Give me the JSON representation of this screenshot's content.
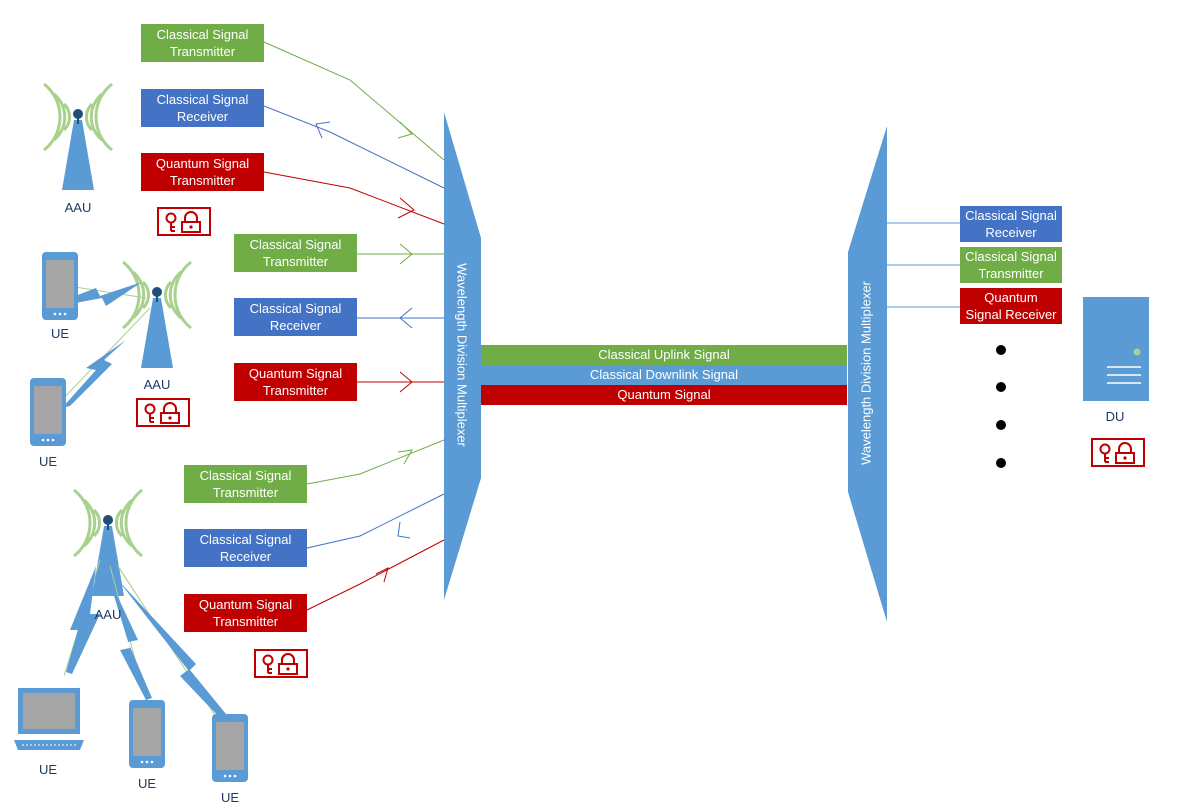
{
  "colors": {
    "classical_transmitter": "#70ad47",
    "classical_receiver": "#4472c4",
    "quantum": "#c00000",
    "mux": "#5b9bd5",
    "device": "#5b9bd5",
    "screen": "#a5a5a5",
    "signal_arc": "#a9d18e"
  },
  "groups": [
    {
      "aau_label": "AAU",
      "boxes": [
        {
          "kind": "classical-transmitter",
          "text": "Classical Signal\nTransmitter"
        },
        {
          "kind": "classical-receiver",
          "text": "Classical Signal\nReceiver"
        },
        {
          "kind": "quantum-transmitter",
          "text": "Quantum Signal\nTransmitter"
        }
      ]
    },
    {
      "aau_label": "AAU",
      "ue_labels": [
        "UE",
        "UE"
      ],
      "boxes": [
        {
          "kind": "classical-transmitter",
          "text": "Classical Signal\nTransmitter"
        },
        {
          "kind": "classical-receiver",
          "text": "Classical Signal\nReceiver"
        },
        {
          "kind": "quantum-transmitter",
          "text": "Quantum Signal\nTransmitter"
        }
      ]
    },
    {
      "aau_label": "AAU",
      "ue_labels": [
        "UE",
        "UE",
        "UE"
      ],
      "boxes": [
        {
          "kind": "classical-transmitter",
          "text": "Classical Signal\nTransmitter"
        },
        {
          "kind": "classical-receiver",
          "text": "Classical Signal\nReceiver"
        },
        {
          "kind": "quantum-transmitter",
          "text": "Quantum Signal\nTransmitter"
        }
      ]
    }
  ],
  "mux_left_label": "Wavelength Division Multiplexer",
  "mux_right_label": "Wavelength Division Multiplexer",
  "links": {
    "uplink": "Classical Uplink Signal",
    "downlink": "Classical Downlink Signal",
    "quantum": "Quantum Signal"
  },
  "du": {
    "label": "DU",
    "boxes": [
      {
        "kind": "classical-receiver",
        "text": "Classical Signal\nReceiver"
      },
      {
        "kind": "classical-transmitter",
        "text": "Classical Signal\nTransmitter"
      },
      {
        "kind": "quantum-receiver",
        "text": "Quantum\nSignal Receiver"
      }
    ]
  }
}
